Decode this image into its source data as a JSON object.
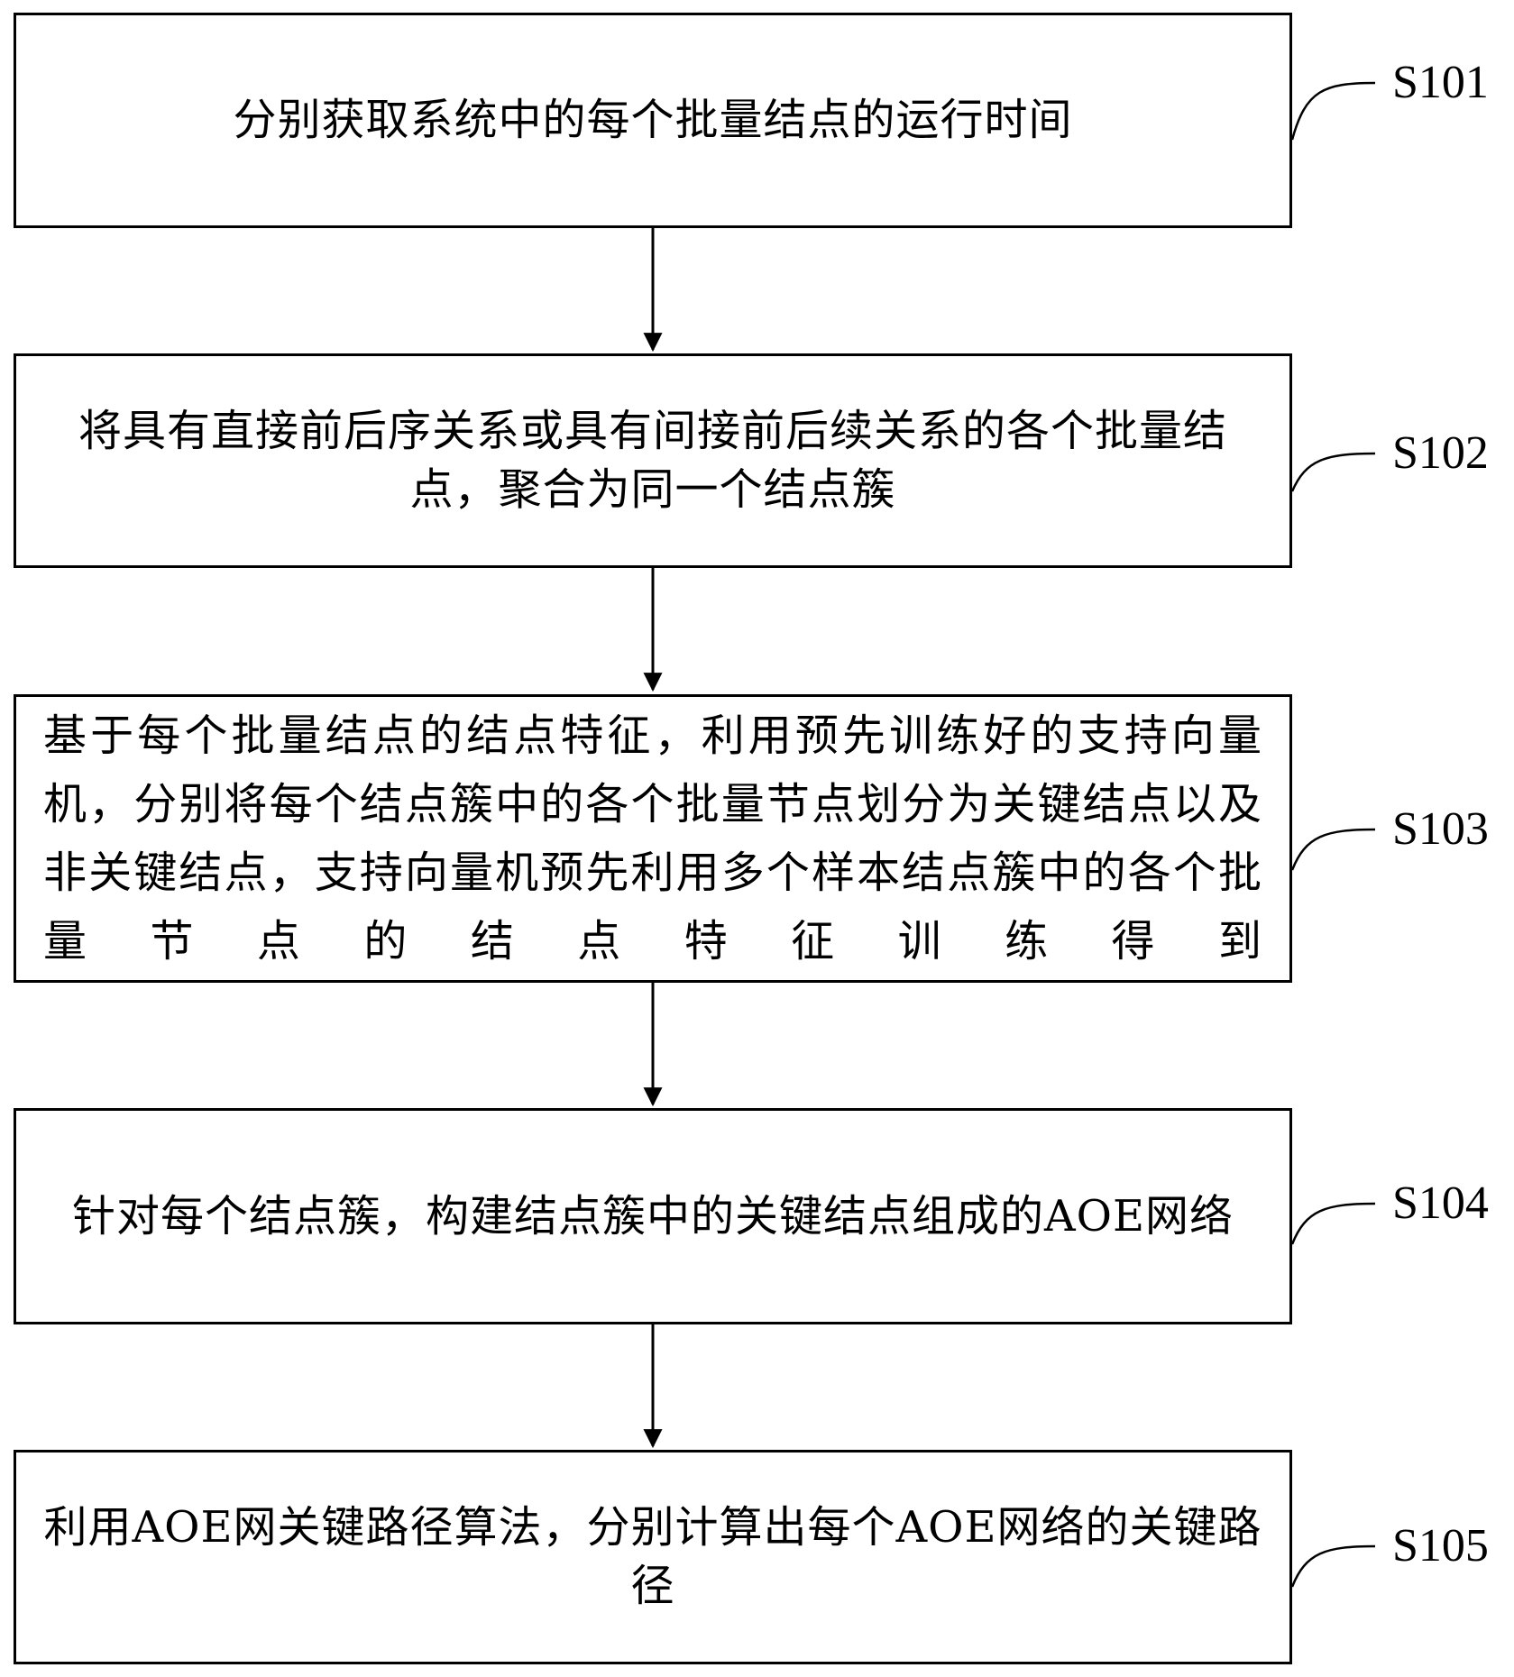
{
  "steps": [
    {
      "id": "S101",
      "text": "分别获取系统中的每个批量结点的运行时间"
    },
    {
      "id": "S102",
      "text": "将具有直接前后序关系或具有间接前后续关系的各个批量结点，聚合为同一个结点簇"
    },
    {
      "id": "S103",
      "text": "基于每个批量结点的结点特征，利用预先训练好的支持向量机，分别将每个结点簇中的各个批量节点划分为关键结点以及非关键结点，支持向量机预先利用多个样本结点簇中的各个批量节点的结点特征训练得到"
    },
    {
      "id": "S104",
      "text": "针对每个结点簇，构建结点簇中的关键结点组成的AOE网络"
    },
    {
      "id": "S105",
      "text": "利用AOE网关键路径算法，分别计算出每个AOE网络的关键路径"
    }
  ],
  "colors": {
    "stroke": "#000000",
    "background": "#ffffff"
  }
}
